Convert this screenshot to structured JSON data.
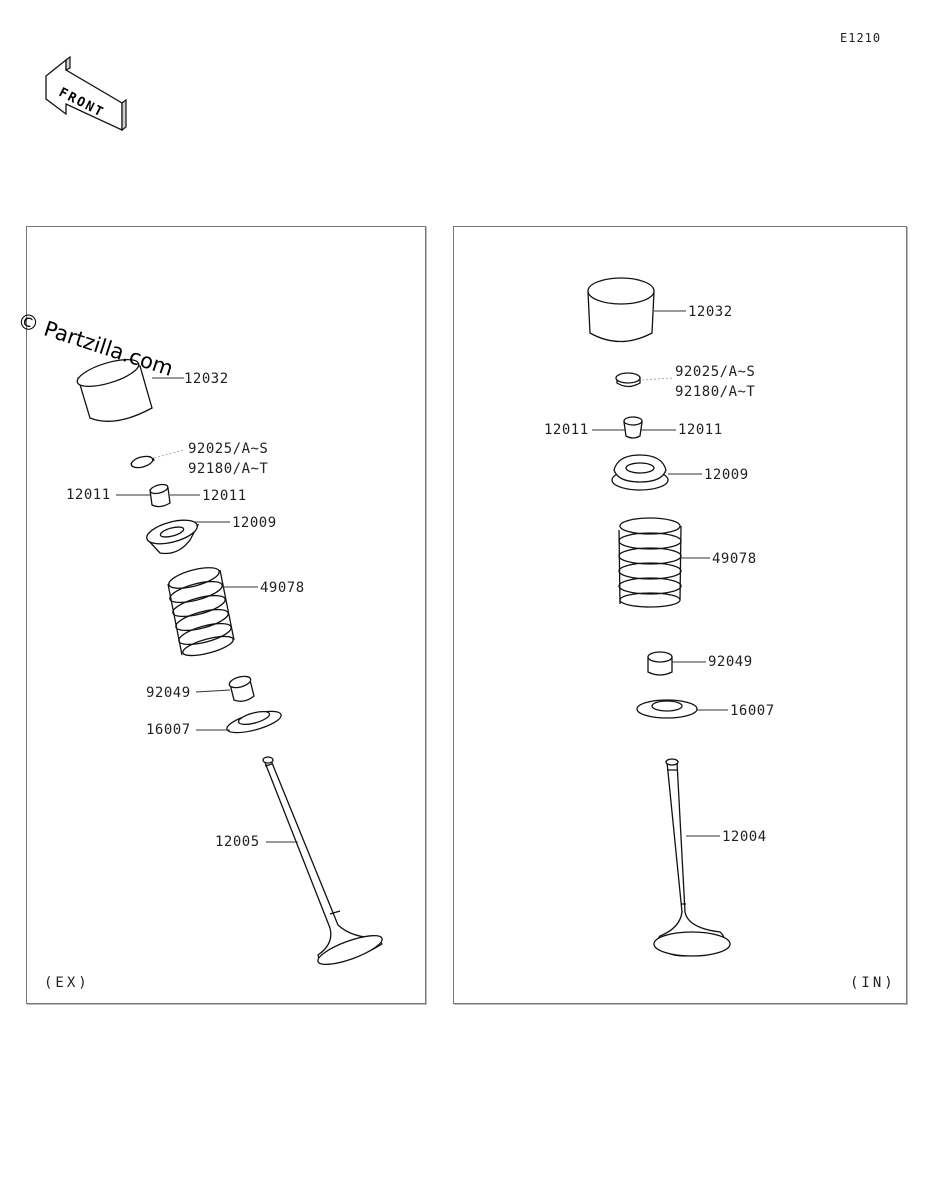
{
  "diagram_code": "E1210",
  "front_arrow_text": "FRONT",
  "watermark": "© Partzilla.com",
  "panels": {
    "ex": {
      "caption": "(EX)",
      "labels": {
        "tappet": "12032",
        "shim_a": "92025/A~S",
        "shim_b": "92180/A~T",
        "keeper_left": "12011",
        "keeper_right": "12011",
        "retainer": "12009",
        "spring": "49078",
        "seal": "92049",
        "seat": "16007",
        "valve": "12005"
      }
    },
    "in": {
      "caption": "(IN)",
      "labels": {
        "tappet": "12032",
        "shim_a": "92025/A~S",
        "shim_b": "92180/A~T",
        "keeper_left": "12011",
        "keeper_right": "12011",
        "retainer": "12009",
        "spring": "49078",
        "seal": "92049",
        "seat": "16007",
        "valve": "12004"
      }
    }
  }
}
